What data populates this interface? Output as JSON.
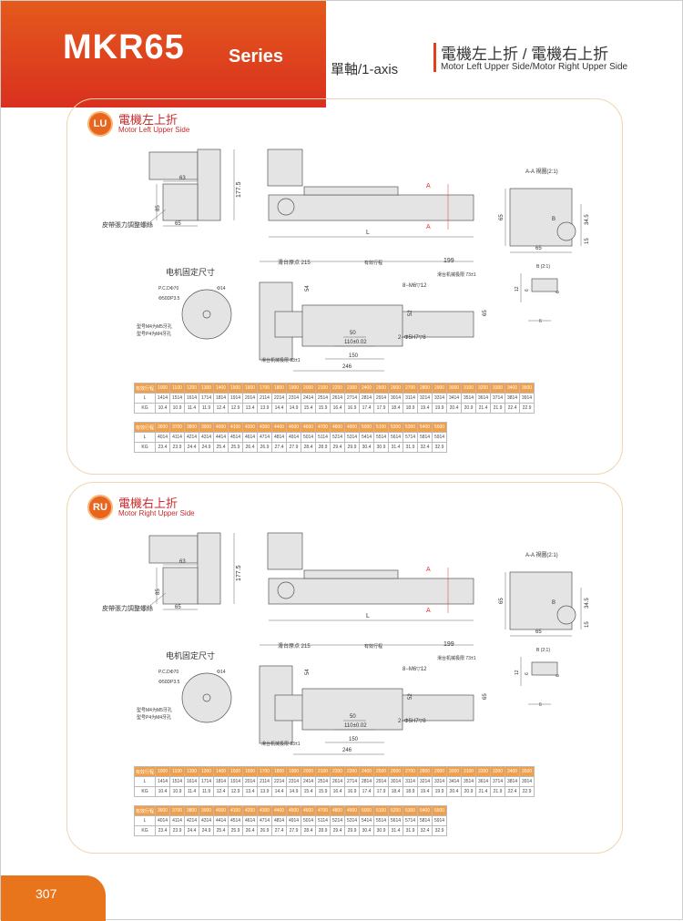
{
  "header": {
    "model": "MKR65",
    "series": "Series",
    "axis": "單軸/1-axis",
    "title": "電機左上折 / 電機右上折",
    "subtitle": "Motor Left Upper Side/Motor Right Upper Side"
  },
  "colors": {
    "accent": "#e45a1c",
    "table_header": "#f0a04a"
  },
  "labels": {
    "belt_screw": "皮帶張力調整螺絲",
    "h177": "177.5",
    "d63": "63",
    "d85": "85",
    "d65": "65",
    "L": "L",
    "A": "A",
    "aa_view": "A-A 視圖(2:1)",
    "s65": "65",
    "s345": "34.5",
    "s15": "15",
    "B": "B",
    "b_view": "B (2:1)",
    "b12": "12",
    "b6": "6",
    "b6b": "6",
    "b6c": "6",
    "origin": "滑台原点 215",
    "stroke": "有效行程",
    "d199": "199",
    "limit73": "滑台机械极限 73±1",
    "m6": "8−M6▽12",
    "d54": "54",
    "d52": "52",
    "d65b": "65",
    "d50": "50",
    "d110": "110±0.02",
    "pin": "2−Φ5H7▽8",
    "d150": "150",
    "limit83": "滑台机械极限 83±1",
    "d246": "246",
    "mount_title": "电机固定尺寸",
    "pcd": "P.C.DΦ70",
    "phi14": "Φ14",
    "phi50": "Φ50DP3.5",
    "m4": "型号M4为M5牙孔",
    "p4": "型号P4为M4牙孔"
  },
  "panels": [
    {
      "badge": "LU",
      "title": "電機左上折",
      "subtitle": "Motor Left Upper Side"
    },
    {
      "badge": "RU",
      "title": "電機右上折",
      "subtitle": "Motor Right Upper Side"
    }
  ],
  "table": {
    "header_label": "有效行程",
    "row_labels": [
      "L",
      "KG"
    ],
    "part1": {
      "stroke": [
        "1000",
        "1100",
        "1200",
        "1300",
        "1400",
        "1500",
        "1600",
        "1700",
        "1800",
        "1900",
        "2000",
        "2100",
        "2200",
        "2300",
        "2400",
        "2500",
        "2600",
        "2700",
        "2800",
        "2900",
        "3000",
        "3100",
        "3200",
        "3300",
        "3400",
        "3500"
      ],
      "L": [
        "1414",
        "1514",
        "1614",
        "1714",
        "1814",
        "1914",
        "2014",
        "2114",
        "2214",
        "2314",
        "2414",
        "2514",
        "2614",
        "2714",
        "2814",
        "2914",
        "3014",
        "3114",
        "3214",
        "3314",
        "3414",
        "3514",
        "3614",
        "3714",
        "3814",
        "3914"
      ],
      "KG": [
        "10.4",
        "10.9",
        "11.4",
        "11.9",
        "12.4",
        "12.9",
        "13.4",
        "13.9",
        "14.4",
        "14.9",
        "15.4",
        "15.9",
        "16.4",
        "16.9",
        "17.4",
        "17.9",
        "18.4",
        "18.9",
        "19.4",
        "19.9",
        "20.4",
        "20.9",
        "21.4",
        "21.9",
        "22.4",
        "22.9"
      ]
    },
    "part2": {
      "stroke": [
        "3600",
        "3700",
        "3800",
        "3900",
        "4000",
        "4100",
        "4200",
        "4300",
        "4400",
        "4500",
        "4600",
        "4700",
        "4800",
        "4900",
        "5000",
        "5100",
        "5200",
        "5300",
        "5400",
        "5500"
      ],
      "L": [
        "4014",
        "4114",
        "4214",
        "4314",
        "4414",
        "4514",
        "4614",
        "4714",
        "4814",
        "4914",
        "5014",
        "5114",
        "5214",
        "5314",
        "5414",
        "5514",
        "5614",
        "5714",
        "5814",
        "5914"
      ],
      "KG": [
        "23.4",
        "23.9",
        "24.4",
        "24.9",
        "25.4",
        "25.9",
        "26.4",
        "26.9",
        "27.4",
        "27.9",
        "28.4",
        "28.9",
        "29.4",
        "29.9",
        "30.4",
        "30.9",
        "31.4",
        "31.9",
        "32.4",
        "32.9"
      ]
    }
  },
  "footer": {
    "page": "307"
  }
}
